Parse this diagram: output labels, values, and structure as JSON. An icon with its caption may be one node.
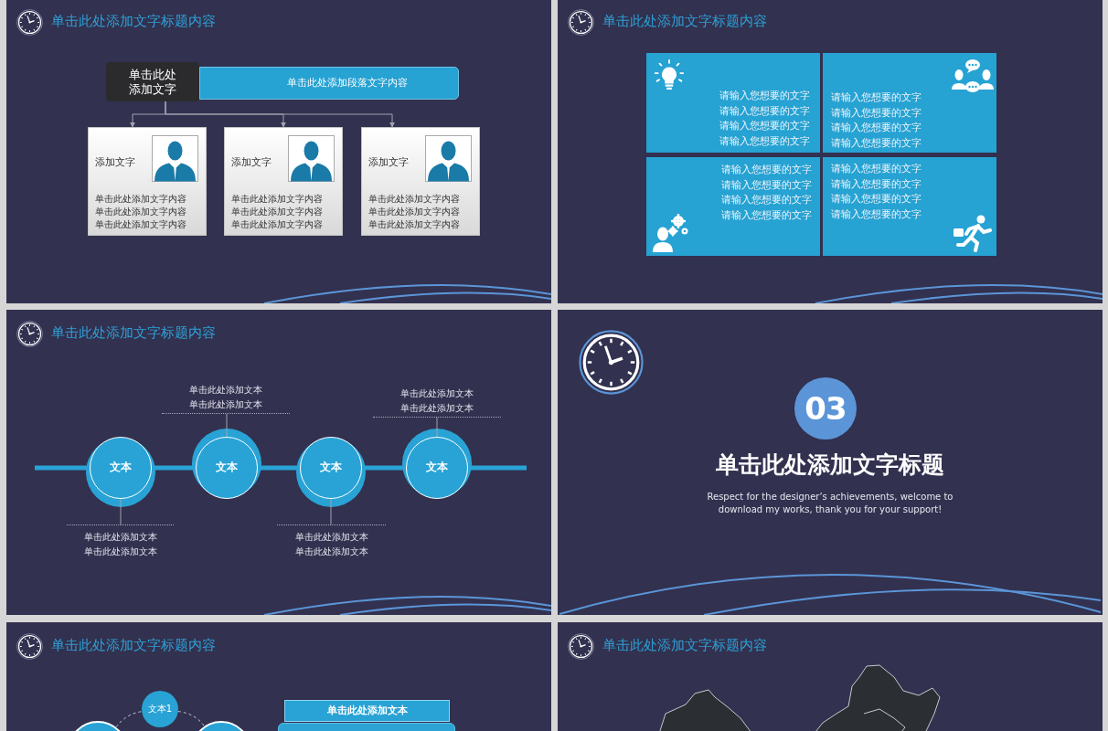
{
  "diagram": {
    "nodes": [
      {
        "text": [
          "单击此处添加文字标题内容"
        ]
      },
      {
        "text": [
          "单击此处添加文字"
        ],
        "in": 0
      },
      {
        "text": [
          "单击此处添加段落文字内容"
        ],
        "in": 0
      },
      {
        "text": [
          "添加文字",
          "单击此处添加文字内容",
          "单击此处添加文字内容",
          "单击此处添加文字内容"
        ],
        "in": 0
      },
      {
        "text": [
          "添加文字",
          "单击此处添加文字内容",
          "单击此处添加文字内容",
          "单击此处添加文字内容"
        ],
        "in": 0
      },
      {
        "text": [
          "添加文字",
          "单击此处添加文字内容",
          "单击此处添加文字内容",
          "单击此处添加文字内容"
        ],
        "in": 0
      },
      {
        "text": [
          "单击此处添加文字标题内容"
        ]
      },
      {
        "text": [
          "请输入您想要的文字",
          "请输入您想要的文字",
          "请输入您想要的文字",
          "请输入您想要的文字"
        ],
        "in": 6
      },
      {
        "text": [
          "请输入您想要的文字",
          "请输入您想要的文字",
          "请输入您想要的文字",
          "请输入您想要的文字"
        ],
        "in": 6
      },
      {
        "text": [
          "请输入您想要的文字",
          "请输入您想要的文字",
          "请输入您想要的文字",
          "请输入您想要的文字"
        ],
        "in": 6
      },
      {
        "text": [
          "请输入您想要的文字",
          "请输入您想要的文字",
          "请输入您想要的文字",
          "请输入您想要的文字"
        ],
        "in": 6
      },
      {
        "text": [
          "单击此处添加文字标题内容"
        ]
      },
      {
        "text": [
          "文本"
        ],
        "in": 11
      },
      {
        "text": [
          "文本"
        ],
        "in": 11
      },
      {
        "text": [
          "文本"
        ],
        "in": 11
      },
      {
        "text": [
          "文本"
        ],
        "in": 11
      },
      {
        "text": [
          "单击此处添加文本",
          "单击此处添加文本"
        ],
        "in": 11
      },
      {
        "text": [
          "单击此处添加文本",
          "单击此处添加文本"
        ],
        "in": 11
      },
      {
        "text": [
          "单击此处添加文本",
          "单击此处添加文本"
        ],
        "in": 11
      },
      {
        "text": [
          "单击此处添加文本",
          "单击此处添加文本"
        ],
        "in": 11
      },
      {
        "text": [
          "单击此处添加文字标题",
          "Respect for the designer’s achievements, welcome to download my works, thank you for your support!"
        ]
      },
      {
        "text": [
          "03"
        ],
        "in": 20
      },
      {
        "text": [
          "单击此处添加文字标题内容"
        ]
      },
      {
        "text": [
          "文本1"
        ],
        "in": 22
      },
      {
        "text": [],
        "shape": "circle",
        "in": 22
      },
      {
        "text": [],
        "shape": "circle",
        "in": 22
      },
      {
        "text": [
          "单击此处添加文本"
        ],
        "in": 22
      },
      {
        "text": [],
        "shape": "box",
        "in": 22
      },
      {
        "text": [
          "单击此处添加文字标题内容"
        ]
      }
    ],
    "edges": [
      {
        "from": 1,
        "to": 3,
        "arrow": "to"
      },
      {
        "from": 1,
        "to": 4,
        "arrow": "to"
      },
      {
        "from": 1,
        "to": 5,
        "arrow": "to"
      },
      {
        "from": 16,
        "to": 13,
        "arrow": "none"
      },
      {
        "from": 17,
        "to": 15,
        "arrow": "none"
      },
      {
        "from": 18,
        "to": 12,
        "arrow": "none"
      },
      {
        "from": 19,
        "to": 14,
        "arrow": "none"
      },
      {
        "from": null,
        "to": 12,
        "arrow": "none",
        "style": "thick",
        "color": "#29a3d5"
      },
      {
        "from": 12,
        "to": 13,
        "arrow": "none",
        "style": "thick",
        "color": "#29a3d5"
      },
      {
        "from": 13,
        "to": 14,
        "arrow": "none",
        "style": "thick",
        "color": "#29a3d5"
      },
      {
        "from": 14,
        "to": 15,
        "arrow": "none",
        "style": "thick",
        "color": "#29a3d5"
      },
      {
        "from": 15,
        "to": null,
        "arrow": "none",
        "style": "thick",
        "color": "#29a3d5"
      },
      {
        "from": 24,
        "to": 23,
        "arrow": "none",
        "style": "dashed",
        "color": "#c8c8d8"
      },
      {
        "from": 23,
        "to": 25,
        "arrow": "none",
        "style": "dashed",
        "color": "#c8c8d8"
      }
    ]
  }
}
